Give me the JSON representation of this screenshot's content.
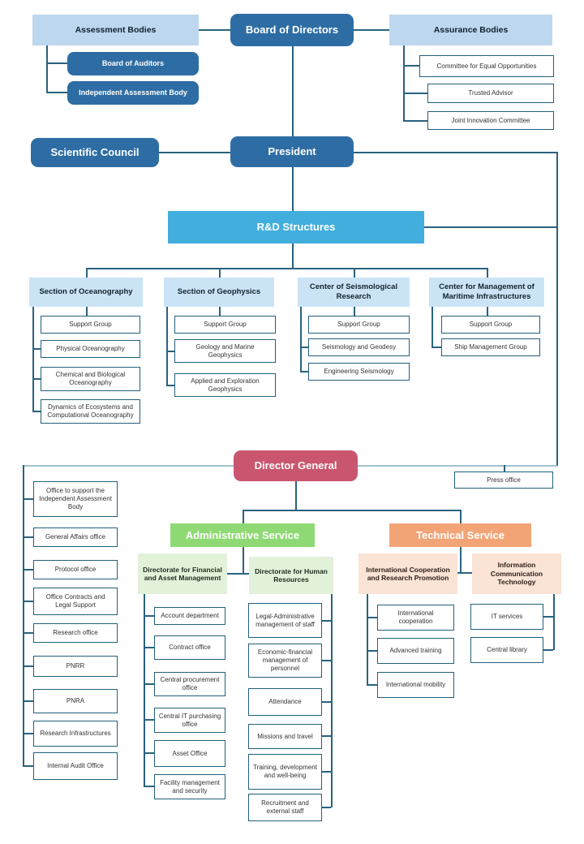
{
  "top": {
    "assessment_bodies": "Assessment Bodies",
    "board_of_directors": "Board of Directors",
    "assurance_bodies": "Assurance Bodies",
    "assessment_children": [
      "Board of Auditors",
      "Independent Assessment Body"
    ],
    "assurance_children": [
      "Committee for Equal Opportunities",
      "Trusted Advisor",
      "Joint Innovation Committee"
    ],
    "scientific_council": "Scientific Council",
    "president": "President"
  },
  "rnd": {
    "title": "R&D Structures",
    "sections": [
      {
        "title": "Section of Oceanography",
        "items": [
          "Support Group",
          "Physical Oceanography",
          "Chemical and Biological Oceanography",
          "Dynamics of Ecosystems and Computational Oceanography"
        ]
      },
      {
        "title": "Section of Geophysics",
        "items": [
          "Support Group",
          "Geology and Marine Geophysics",
          "Applied and Exploration Geophysics"
        ]
      },
      {
        "title": "Center of Seismological Research",
        "items": [
          "Support Group",
          "Seismology and Geodesy",
          "Engineering Seismology"
        ]
      },
      {
        "title": "Center for Management of Maritime Infrastructures",
        "items": [
          "Support Group",
          "Ship Management Group"
        ]
      }
    ]
  },
  "dg": {
    "title": "Director General",
    "press_office": "Press office",
    "staff_offices": [
      "Office to support the Independent Assessment Body",
      "General Affairs office",
      "Protocol office",
      "Office Contracts and Legal Support",
      "Research office",
      "PNRR",
      "PNRA",
      "Research Infrastructures",
      "Internal Audit Office"
    ],
    "services": [
      {
        "title": "Administrative Service",
        "directorates": [
          {
            "title": "Directorate for Financial and Asset Management",
            "items": [
              "Account department",
              "Contract office",
              "Central procurement office",
              "Central IT purchasing office",
              "Asset Office",
              "Facility management and security"
            ]
          },
          {
            "title": "Directorate for Human Resources",
            "items": [
              "Legal-Administrative management of staff",
              "Economic-financial management of personnel",
              "Attendance",
              "Missions and travel",
              "Training, development and well-being",
              "Recruitment and external staff"
            ]
          }
        ]
      },
      {
        "title": "Technical Service",
        "directorates": [
          {
            "title": "International Cooperation and Research Promotion",
            "items": [
              "International cooperation",
              "Advanced training",
              "International mobility"
            ]
          },
          {
            "title": "Information Communication Technology",
            "items": [
              "IT services",
              "Central library"
            ]
          }
        ]
      }
    ]
  },
  "colors": {
    "dark_blue": "#2E6DA4",
    "light_blue": "#BDD7EE",
    "section_blue": "#CBE4F5",
    "sky_blue": "#41AEDD",
    "rose": "#C9566E",
    "green": "#8ED973",
    "light_green": "#E2F2DA",
    "orange": "#F2A477",
    "light_orange": "#FBE3D5",
    "line": "#2A627F"
  }
}
